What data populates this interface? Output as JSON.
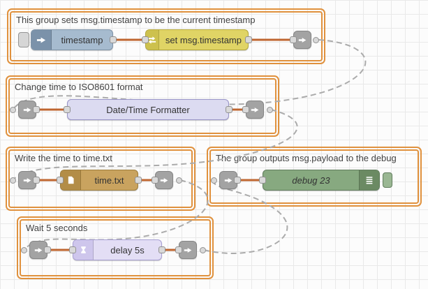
{
  "canvas": {
    "background": "#fcfcfc",
    "grid_color": "#e9e9e9"
  },
  "colors": {
    "group_border": "#e0913d",
    "wire": "#bf6630",
    "link_wire": "#ababab",
    "port": "#d9d9d9"
  },
  "groups": {
    "timestamp": {
      "title": "This group sets msg.timestamp to be the current timestamp"
    },
    "iso": {
      "title": "Change time to ISO8601 format"
    },
    "file": {
      "title": "Write the time to time.txt"
    },
    "debug": {
      "title": "The group outputs msg.payload to the debug"
    },
    "delay": {
      "title": "Wait 5 seconds"
    }
  },
  "nodes": {
    "inject": {
      "label": "timestamp",
      "icon": "inject-arrow-icon",
      "color": "#a6bbcf"
    },
    "change": {
      "label": "set msg.timestamp",
      "icon": "swap-arrows-icon",
      "color": "#e0d465"
    },
    "datetime": {
      "label": "Date/Time Formatter",
      "color": "#dcdbf1"
    },
    "file": {
      "label": "time.txt",
      "icon": "file-icon",
      "color": "#c9a35f"
    },
    "debug": {
      "label": "debug 23",
      "icon": "debug-output-icon",
      "color": "#87a980"
    },
    "delay": {
      "label": "delay 5s",
      "icon": "hourglass-icon",
      "color": "#e3def5"
    },
    "link": {
      "icon": "link-arrow-icon",
      "color": "#a3a3a3"
    }
  }
}
